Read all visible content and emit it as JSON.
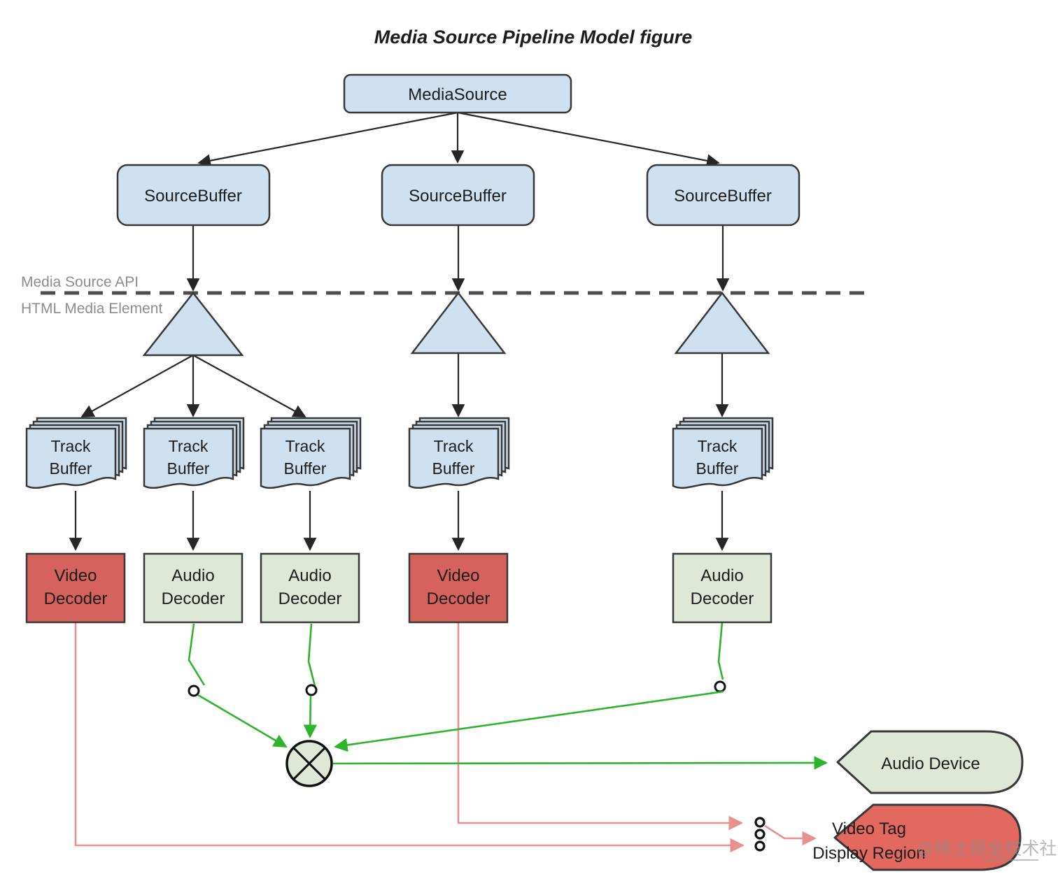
{
  "title": "Media Source Pipeline Model figure",
  "api_boundary": {
    "above_label": "Media Source API",
    "below_label": "HTML Media Element"
  },
  "nodes": {
    "media_source": "MediaSource",
    "source_buffers": [
      "SourceBuffer",
      "SourceBuffer",
      "SourceBuffer"
    ],
    "track_buffers": [
      {
        "line1": "Track",
        "line2": "Buffer"
      },
      {
        "line1": "Track",
        "line2": "Buffer"
      },
      {
        "line1": "Track",
        "line2": "Buffer"
      },
      {
        "line1": "Track",
        "line2": "Buffer"
      },
      {
        "line1": "Track",
        "line2": "Buffer"
      }
    ],
    "decoders": [
      {
        "kind": "video",
        "line1": "Video",
        "line2": "Decoder"
      },
      {
        "kind": "audio",
        "line1": "Audio",
        "line2": "Decoder"
      },
      {
        "kind": "audio",
        "line1": "Audio",
        "line2": "Decoder"
      },
      {
        "kind": "video",
        "line1": "Video",
        "line2": "Decoder"
      },
      {
        "kind": "audio",
        "line1": "Audio",
        "line2": "Decoder"
      }
    ],
    "audio_device": "Audio Device",
    "video_tag": {
      "line1": "Video Tag",
      "line2": "Display Region"
    }
  },
  "watermark": "@稀土掘金技术社区",
  "colors": {
    "node_blue": "#cfe0f1",
    "node_green": "#dfe8d6",
    "node_red": "#d5625d",
    "tag_red": "#e26860",
    "border_dark": "#383838",
    "line_black": "#262626",
    "line_green": "#2db42d",
    "line_red": "#e89090",
    "label_gray": "#8d8d8d",
    "text_dark": "#1c1c1c"
  }
}
